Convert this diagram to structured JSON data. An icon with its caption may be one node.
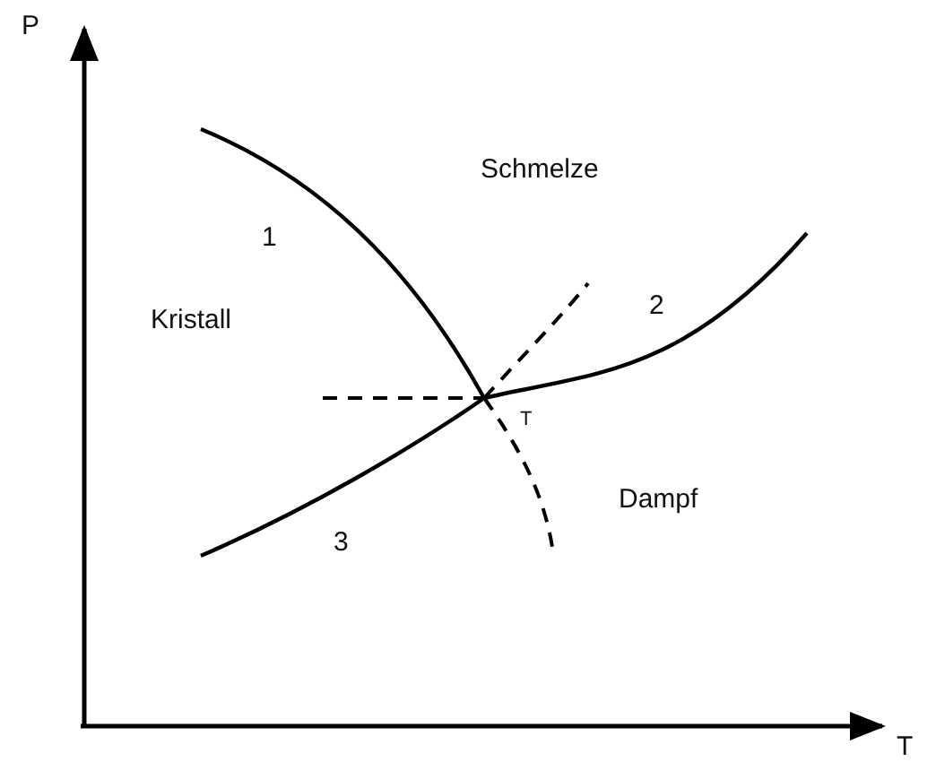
{
  "diagram": {
    "labels": [
      "P",
      "1",
      "Schmelze",
      "Kristall",
      "2",
      "T",
      "Dampf",
      "3",
      "T"
    ]
  }
}
